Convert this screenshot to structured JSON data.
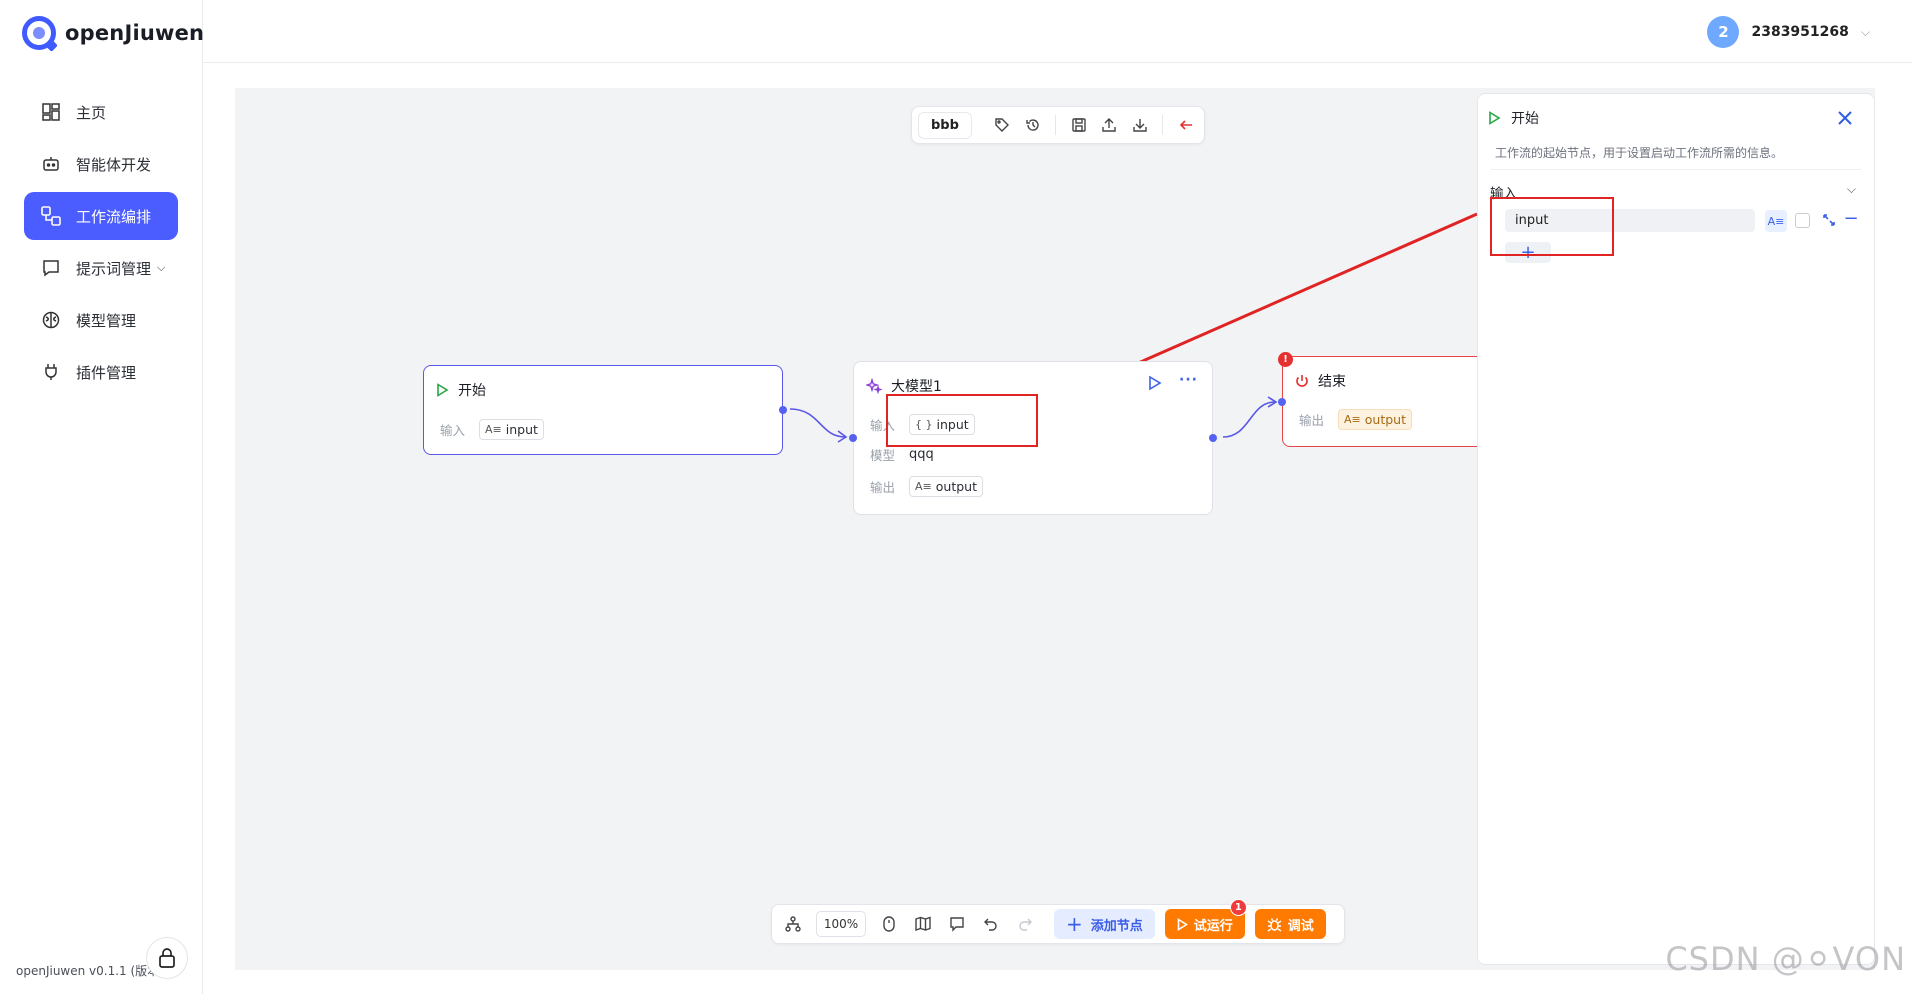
{
  "brand": {
    "name": "openJiuwen"
  },
  "sidebar": {
    "items": [
      {
        "label": "主页",
        "icon": "dashboard-icon"
      },
      {
        "label": "智能体开发",
        "icon": "robot-icon"
      },
      {
        "label": "工作流编排",
        "icon": "workflow-icon",
        "active": true
      },
      {
        "label": "提示词管理",
        "icon": "chat-bubble-icon",
        "has_dropdown": true
      },
      {
        "label": "模型管理",
        "icon": "brain-icon"
      },
      {
        "label": "插件管理",
        "icon": "plug-icon"
      }
    ],
    "version": "openJiuwen v0.1.1 (版本)"
  },
  "header": {
    "avatar_text": "2",
    "username": "2383951268"
  },
  "toolbar": {
    "workflow_name": "bbb"
  },
  "nodes": {
    "start": {
      "title": "开始",
      "input_label": "输入",
      "input_value": "input"
    },
    "llm": {
      "title": "大模型1",
      "input_label": "输入",
      "input_value": "input",
      "model_label": "模型",
      "model_value": "qqq",
      "output_label": "输出",
      "output_value": "output"
    },
    "end": {
      "title": "结束",
      "output_label": "输出",
      "output_value": "output",
      "error_badge": "!"
    }
  },
  "panel": {
    "title": "开始",
    "description": "工作流的起始节点，用于设置启动工作流所需的信息。",
    "input_section_label": "输入",
    "input_value": "input"
  },
  "bottom_toolbar": {
    "zoom": "100%",
    "add_node_label": "添加节点",
    "test_run_label": "试运行",
    "test_run_badge": "1",
    "debug_label": "调试"
  },
  "watermark": "CSDN @⚪VON",
  "colors": {
    "accent": "#4b5dff",
    "orange": "#ff7a00",
    "error": "#e5312f",
    "annotation": "#e02424",
    "canvas": "#f2f3f5"
  }
}
